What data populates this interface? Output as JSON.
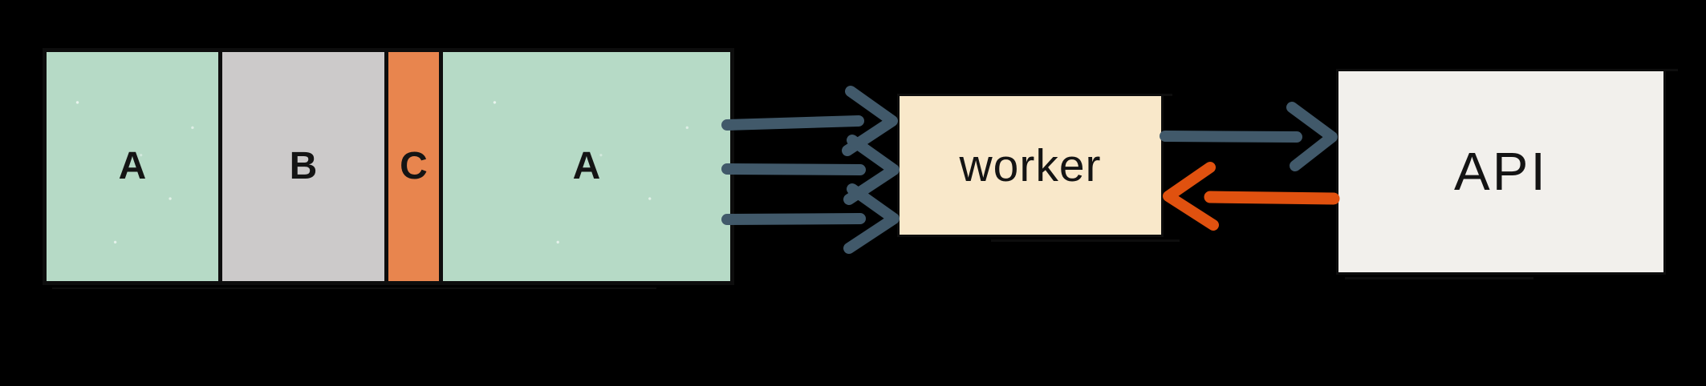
{
  "diagram": {
    "background_color": "#000000",
    "outline_color": "#0d0d0d",
    "text_color": "#141414",
    "queue_strip": {
      "segments": [
        {
          "label": "A",
          "color": "#b6dac6"
        },
        {
          "label": "B",
          "color": "#cccaca"
        },
        {
          "label": "C",
          "color": "#e8854e"
        },
        {
          "label": "A",
          "color": "#b6dac6"
        }
      ]
    },
    "worker": {
      "label": "worker",
      "fill_color": "#f9e8ca"
    },
    "api": {
      "label": "API",
      "fill_color": "#f2f0ec"
    },
    "arrows": {
      "queue_to_worker": {
        "count": 3,
        "color": "#41596a"
      },
      "worker_to_api": {
        "color": "#41596a"
      },
      "api_to_worker": {
        "color": "#e0510f"
      }
    }
  }
}
